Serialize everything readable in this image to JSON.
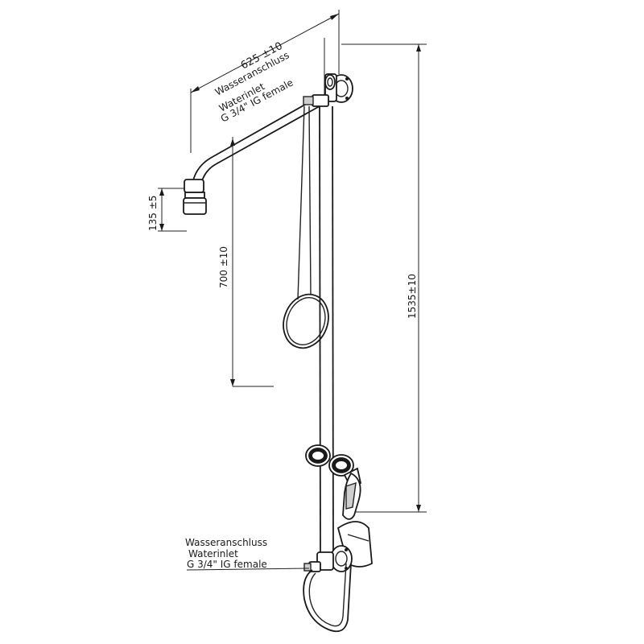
{
  "dimensions": {
    "arm_length": "625 ±10",
    "head_height": "135 ±5",
    "eye_ring_height": "700 ±10",
    "overall_height": "1535±10"
  },
  "top_inlet": {
    "line1": "Wasseranschluss",
    "line2": "Waterinlet",
    "line3": "G 3/4\" IG female"
  },
  "bottom_inlet": {
    "line1": "Wasseranschluss",
    "line2": "Waterinlet",
    "line3": "G 3/4\" IG female"
  }
}
